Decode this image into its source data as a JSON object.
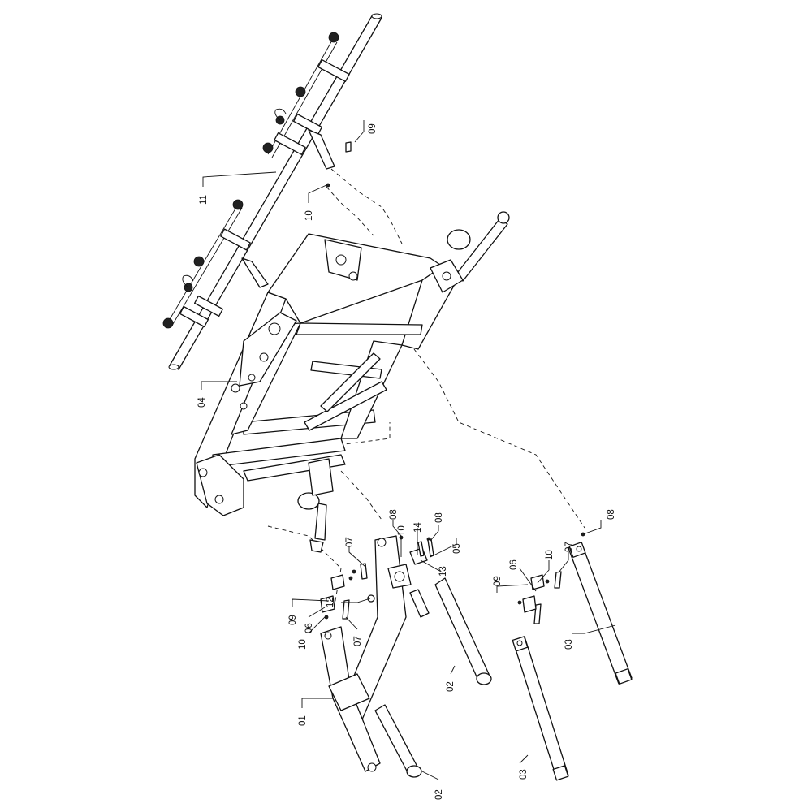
{
  "callouts": [
    {
      "id": "c09-top",
      "text": "09"
    },
    {
      "id": "c11",
      "text": "11"
    },
    {
      "id": "c10-top",
      "text": "10"
    },
    {
      "id": "c04",
      "text": "04"
    },
    {
      "id": "c08-a",
      "text": "08"
    },
    {
      "id": "c10-mid",
      "text": "10"
    },
    {
      "id": "c14",
      "text": "14"
    },
    {
      "id": "c08-b",
      "text": "08"
    },
    {
      "id": "c05",
      "text": "05"
    },
    {
      "id": "c07-left",
      "text": "07"
    },
    {
      "id": "c13",
      "text": "13"
    },
    {
      "id": "c12",
      "text": "12"
    },
    {
      "id": "c09-left",
      "text": "09"
    },
    {
      "id": "c06-left",
      "text": "06"
    },
    {
      "id": "c10-left",
      "text": "10"
    },
    {
      "id": "c07-lower",
      "text": "07"
    },
    {
      "id": "c01",
      "text": "01"
    },
    {
      "id": "c02-mid",
      "text": "02"
    },
    {
      "id": "c02-bottom",
      "text": "02"
    },
    {
      "id": "c10-right",
      "text": "10"
    },
    {
      "id": "c07-right",
      "text": "07"
    },
    {
      "id": "c08-right",
      "text": "08"
    },
    {
      "id": "c09-right",
      "text": "09"
    },
    {
      "id": "c06-right",
      "text": "06"
    },
    {
      "id": "c03-right",
      "text": "03"
    },
    {
      "id": "c03-bottom",
      "text": "03"
    }
  ]
}
